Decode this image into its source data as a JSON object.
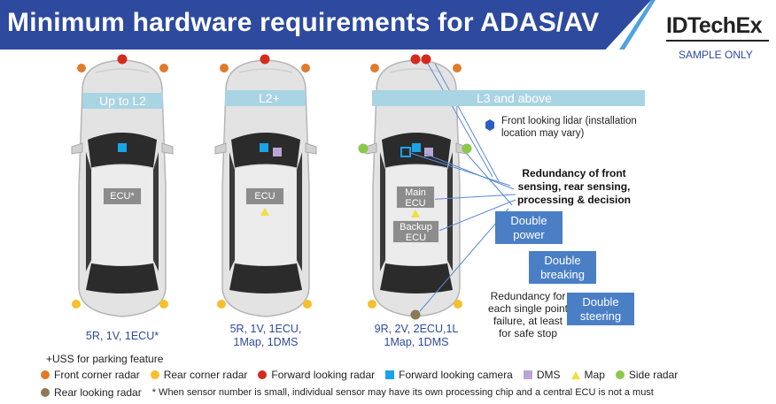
{
  "title": "Minimum hardware requirements for ADAS/AV",
  "logo": "IDTechEx",
  "sample_label": "SAMPLE ONLY",
  "levels": [
    "Up to L2",
    "L2+",
    "L3 and above"
  ],
  "ecu": {
    "car1": "ECU*",
    "car2": "ECU",
    "main": [
      "Main",
      "ECU"
    ],
    "backup": [
      "Backup",
      "ECU"
    ]
  },
  "captions": {
    "car1": [
      "5R, 1V, 1ECU*"
    ],
    "car2": [
      "5R, 1V, 1ECU,",
      "1Map, 1DMS"
    ],
    "car3": [
      "9R, 2V, 2ECU,1L",
      "1Map, 1DMS"
    ]
  },
  "annotations": {
    "lidar": [
      "Front looking lidar (installation",
      "location may vary)"
    ],
    "redundancy": [
      "Redundancy of front",
      "sensing, rear sensing,",
      "processing & decision"
    ],
    "single_point": [
      "Redundancy for",
      "each single point",
      "failure, at least",
      "for safe stop"
    ]
  },
  "boxes": {
    "power": [
      "Double",
      "power"
    ],
    "breaking": [
      "Double",
      "breaking"
    ],
    "steering": [
      "Double",
      "steering"
    ]
  },
  "uss_note": "+USS for parking feature",
  "legend": {
    "front_corner_radar": "Front corner radar",
    "rear_corner_radar": "Rear corner radar",
    "forward_radar": "Forward looking radar",
    "forward_camera": "Forward looking camera",
    "dms": "DMS",
    "map": "Map",
    "side_radar": "Side radar",
    "rear_radar": "Rear looking radar",
    "footnote": "* When sensor number is small, individual sensor may have its own processing chip and a central ECU is not a must"
  },
  "colors": {
    "front_corner_radar": "#e07b2b",
    "rear_corner_radar": "#f5c02a",
    "forward_radar": "#d52a1e",
    "forward_camera": "#1ba3e8",
    "dms": "#b8a6d6",
    "map": "#f1e03a",
    "side_radar": "#8cc84b",
    "rear_radar": "#8b7a55",
    "lidar": "#2f5fc4",
    "title_bar": "#2e4a9e",
    "level_bar": "#a9d4e3",
    "box_blue": "#4a7fc6"
  }
}
